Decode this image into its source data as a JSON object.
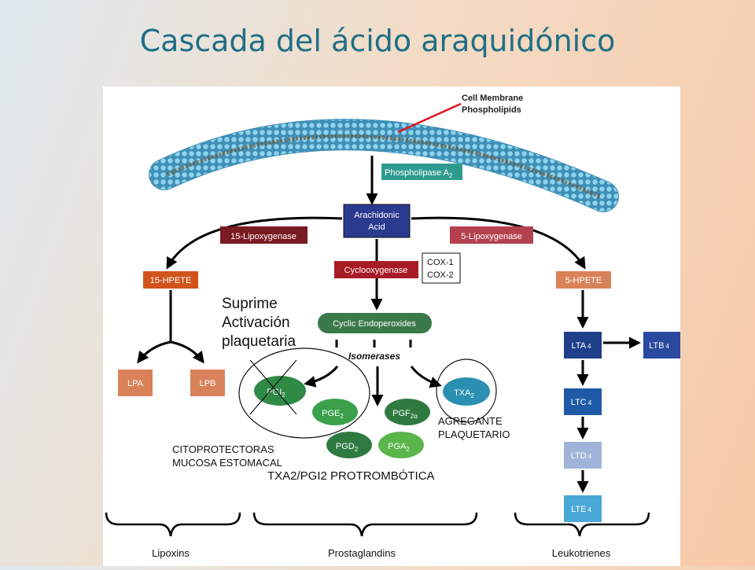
{
  "title": "Cascada del ácido araquidónico",
  "diagram": {
    "membrane_label": [
      "Cell Membrane",
      "Phospholipids"
    ],
    "phospholipase": "Phospholipase A",
    "phospholipase_sub": "2",
    "arachidonic": [
      "Arachidonic",
      "Acid"
    ],
    "lox15": "15-Lipoxygenase",
    "lox5": "5-Lipoxygenase",
    "cyclooxygenase": "Cyclooxygenase",
    "cox_list": [
      "COX-1",
      "COX-2"
    ],
    "hpete15": "15-HPETE",
    "hpete5": "5-HPETE",
    "lpa": "LPA",
    "lpb": "LPB",
    "cyclic_endo": "Cyclic Endoperoxides",
    "isomerases": "Isomerases",
    "pgi2": "PGI",
    "pge2": "PGE",
    "pgf2a": "PGF",
    "pgd2": "PGD",
    "pga2": "PGA",
    "txa2": "TXA",
    "lta4": "LTA",
    "ltb4": "LTB",
    "ltc4": "LTC",
    "ltd4": "LTD",
    "lte4": "LTE",
    "sub2": "2",
    "sub2a": "2α",
    "sub4": "4",
    "lipoxins": "Lipoxins",
    "prostaglandins": "Prostaglandins",
    "leukotrienes": "Leukotrienes"
  },
  "annotations": {
    "suprime": [
      "Suprime",
      "Activación",
      "plaquetaria"
    ],
    "agregante": [
      "AGREGANTE",
      "PLAQUETARIO"
    ],
    "citoprotectoras": [
      "CITOPROTECTORAS",
      "MUCOSA ESTOMACAL"
    ],
    "txa2_pgi2": "TXA2/PGI2 PROTROMBÓTICA"
  },
  "colors": {
    "teal": "#2f9b8f",
    "navy": "#2a3a8f",
    "maroon": "#7a1a22",
    "rose": "#b5414f",
    "crimson": "#a81a24",
    "orange": "#d0541c",
    "salmon": "#d9825a",
    "green_dark": "#3a7a4a",
    "green": "#3aa04a",
    "blue": "#1f5aa8",
    "sky": "#4aa8d8"
  }
}
